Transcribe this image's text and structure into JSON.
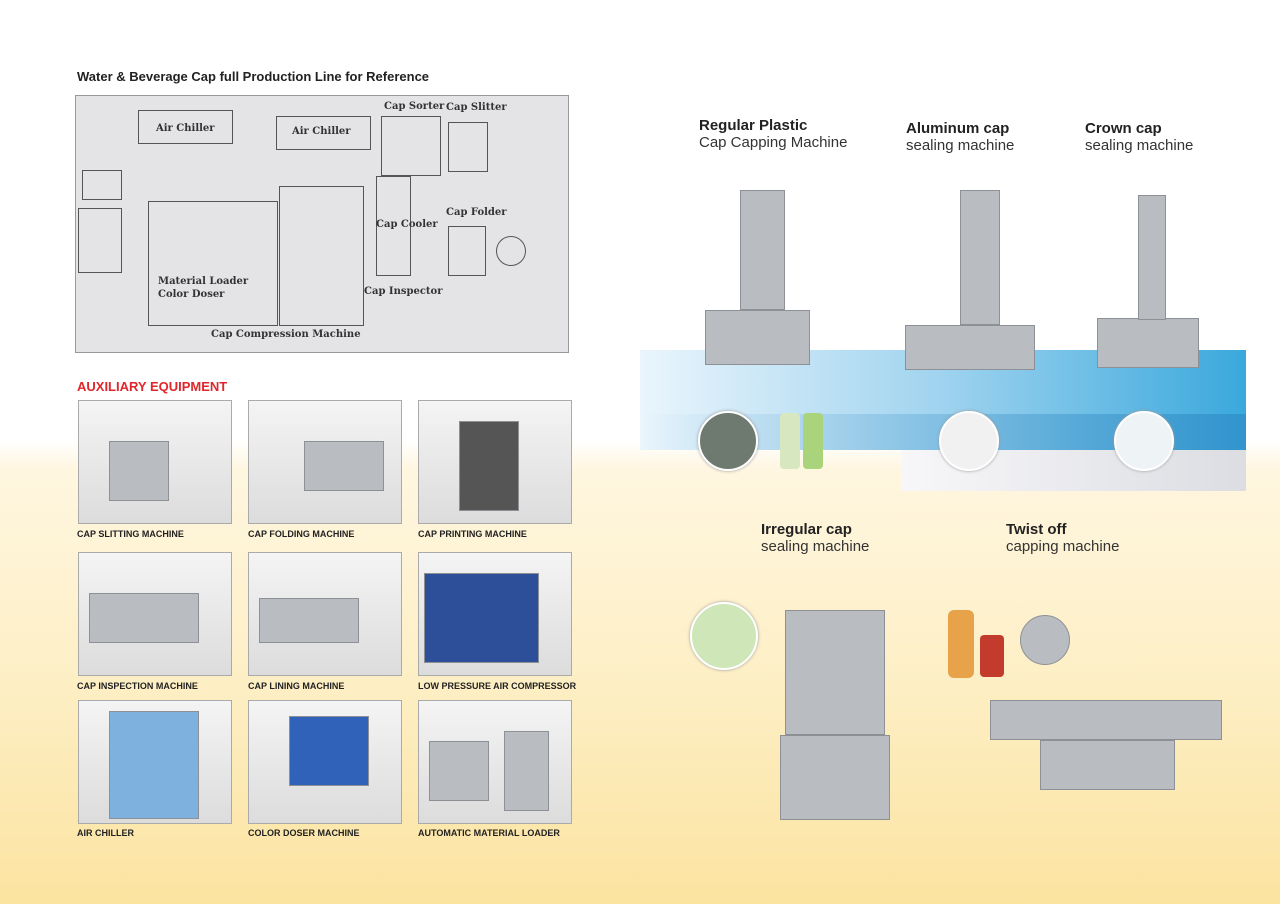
{
  "left": {
    "heading": "Water & Beverage Cap full Production Line for Reference",
    "diagram_labels": {
      "air_chiller_1": "Air Chiller",
      "air_chiller_2": "Air Chiller",
      "cap_sorter": "Cap Sorter",
      "cap_slitter": "Cap Slitter",
      "cap_folder": "Cap Folder",
      "cap_cooler": "Cap Cooler",
      "material_loader": "Material Loader",
      "color_doser": "Color Doser",
      "cap_inspector": "Cap Inspector",
      "cap_compression": "Cap Compression Machine"
    },
    "auxiliary_heading": "AUXILIARY EQUIPMENT",
    "auxiliary": [
      {
        "label": "CAP SLITTING MACHINE"
      },
      {
        "label": "CAP FOLDING MACHINE"
      },
      {
        "label": "CAP PRINTING MACHINE"
      },
      {
        "label": "CAP INSPECTION MACHINE"
      },
      {
        "label": "CAP LINING MACHINE"
      },
      {
        "label": "LOW PRESSURE AIR COMPRESSOR"
      },
      {
        "label": "AIR CHILLER"
      },
      {
        "label": "COLOR DOSER MACHINE"
      },
      {
        "label": "AUTOMATIC MATERIAL LOADER"
      }
    ]
  },
  "right": {
    "machines": [
      {
        "title": "Regular Plastic",
        "subtitle": "Cap Capping Machine"
      },
      {
        "title": "Aluminum cap",
        "subtitle": "sealing machine"
      },
      {
        "title": "Crown cap",
        "subtitle": "sealing machine"
      },
      {
        "title": "Irregular cap",
        "subtitle": "sealing machine"
      },
      {
        "title": "Twist off",
        "subtitle": "capping machine"
      }
    ]
  },
  "colors": {
    "accent_red": "#e0262b",
    "band_blue": "#3aa8dc"
  }
}
